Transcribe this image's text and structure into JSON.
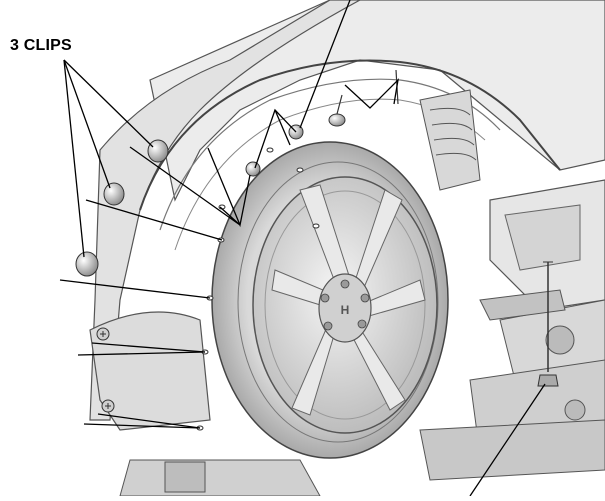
{
  "callout": {
    "clips_label": "3 CLIPS"
  },
  "parts": {
    "clip_count": 3,
    "screw_count": 2
  }
}
